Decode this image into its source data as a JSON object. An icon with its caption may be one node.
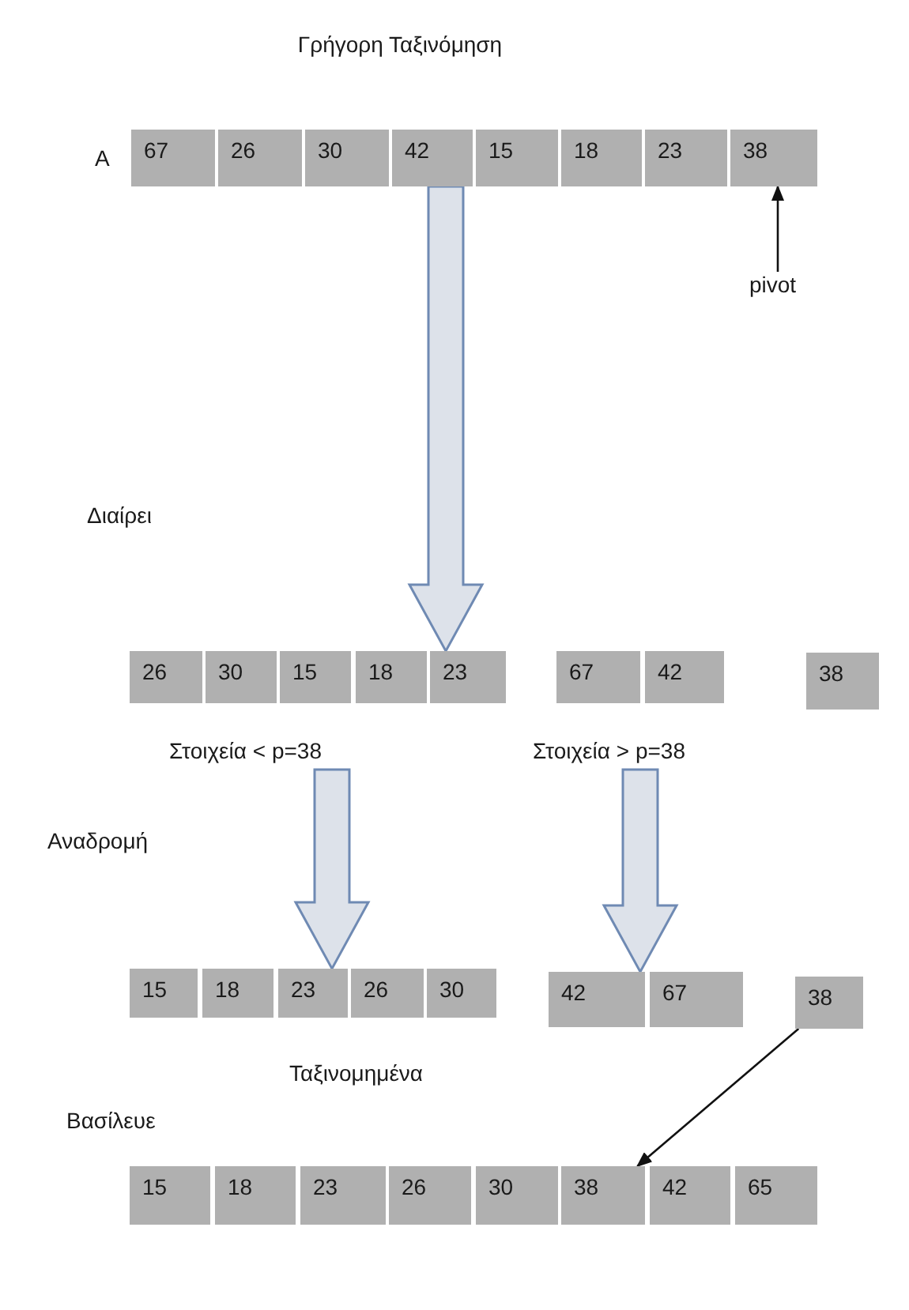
{
  "diagram": {
    "title": "Γρήγορη Ταξινόμηση",
    "nodes": [
      {
        "text": [
          "67"
        ]
      },
      {
        "text": [
          "26"
        ]
      },
      {
        "text": [
          "30"
        ]
      },
      {
        "text": [
          "42"
        ]
      },
      {
        "text": [
          "15"
        ]
      },
      {
        "text": [
          "18"
        ]
      },
      {
        "text": [
          "23"
        ]
      },
      {
        "text": [
          "38"
        ]
      },
      {
        "text": [
          "pivot"
        ]
      },
      {
        "text": [
          "26"
        ]
      },
      {
        "text": [
          "30"
        ]
      },
      {
        "text": [
          "15"
        ]
      },
      {
        "text": [
          "18"
        ]
      },
      {
        "text": [
          "23"
        ]
      },
      {
        "text": [
          "67"
        ]
      },
      {
        "text": [
          "42"
        ]
      },
      {
        "text": [
          "38"
        ]
      },
      {
        "text": [
          "Στοιχεία < p=38"
        ]
      },
      {
        "text": [
          "Στοιχεία > p=38"
        ]
      },
      {
        "text": [
          "15"
        ]
      },
      {
        "text": [
          "18"
        ]
      },
      {
        "text": [
          "23"
        ]
      },
      {
        "text": [
          "26"
        ]
      },
      {
        "text": [
          "30"
        ]
      },
      {
        "text": [
          "42"
        ]
      },
      {
        "text": [
          "67"
        ]
      },
      {
        "text": [
          "38"
        ]
      },
      {
        "text": [
          "15"
        ]
      },
      {
        "text": [
          "18"
        ]
      },
      {
        "text": [
          "23"
        ]
      },
      {
        "text": [
          "26"
        ]
      },
      {
        "text": [
          "30"
        ]
      },
      {
        "text": [
          "38"
        ]
      },
      {
        "text": [
          "42"
        ]
      },
      {
        "text": [
          "65"
        ]
      }
    ],
    "edges": [
      {
        "from": 8,
        "to": 7,
        "arrow": "to"
      },
      {
        "from": 3,
        "to": 13,
        "arrow": "to",
        "style": "thick"
      },
      {
        "from": 17,
        "to": 21,
        "arrow": "to",
        "style": "thick"
      },
      {
        "from": 18,
        "to": 24,
        "arrow": "to",
        "style": "thick"
      },
      {
        "from": 26,
        "to": 32,
        "arrow": "to"
      }
    ],
    "labels": [
      "A",
      "Διαίρει",
      "Αναδρομή",
      "Ταξινομημένα",
      "Βασίλευε"
    ]
  }
}
